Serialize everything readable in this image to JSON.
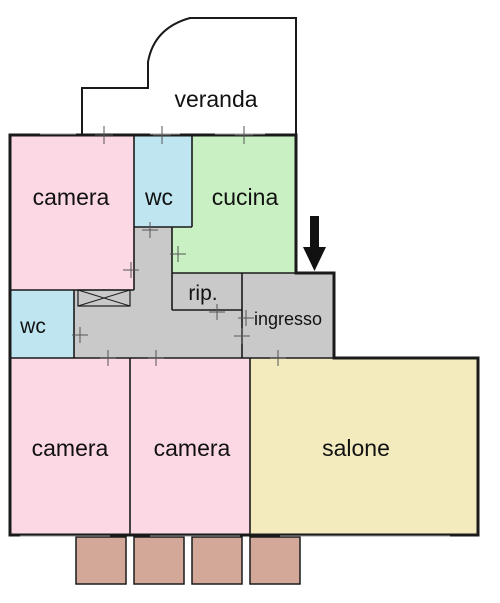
{
  "rooms": {
    "veranda": "veranda",
    "camera_top": "camera",
    "wc_top": "wc",
    "cucina": "cucina",
    "rip": "rip.",
    "wc_left": "wc",
    "ingresso": "ingresso",
    "camera_bottom_left": "camera",
    "camera_bottom_mid": "camera",
    "salone": "salone"
  },
  "colors": {
    "veranda": "#d4a898",
    "camera": "#fbd8e4",
    "wc": "#bfe6f0",
    "cucina": "#c9f0c2",
    "corridor": "#c9c9c9",
    "salone": "#f3ebbe",
    "balcony": "#d4a898",
    "wall": "#1a1a1a"
  },
  "icons": {
    "entrance": "entrance-arrow-icon"
  }
}
